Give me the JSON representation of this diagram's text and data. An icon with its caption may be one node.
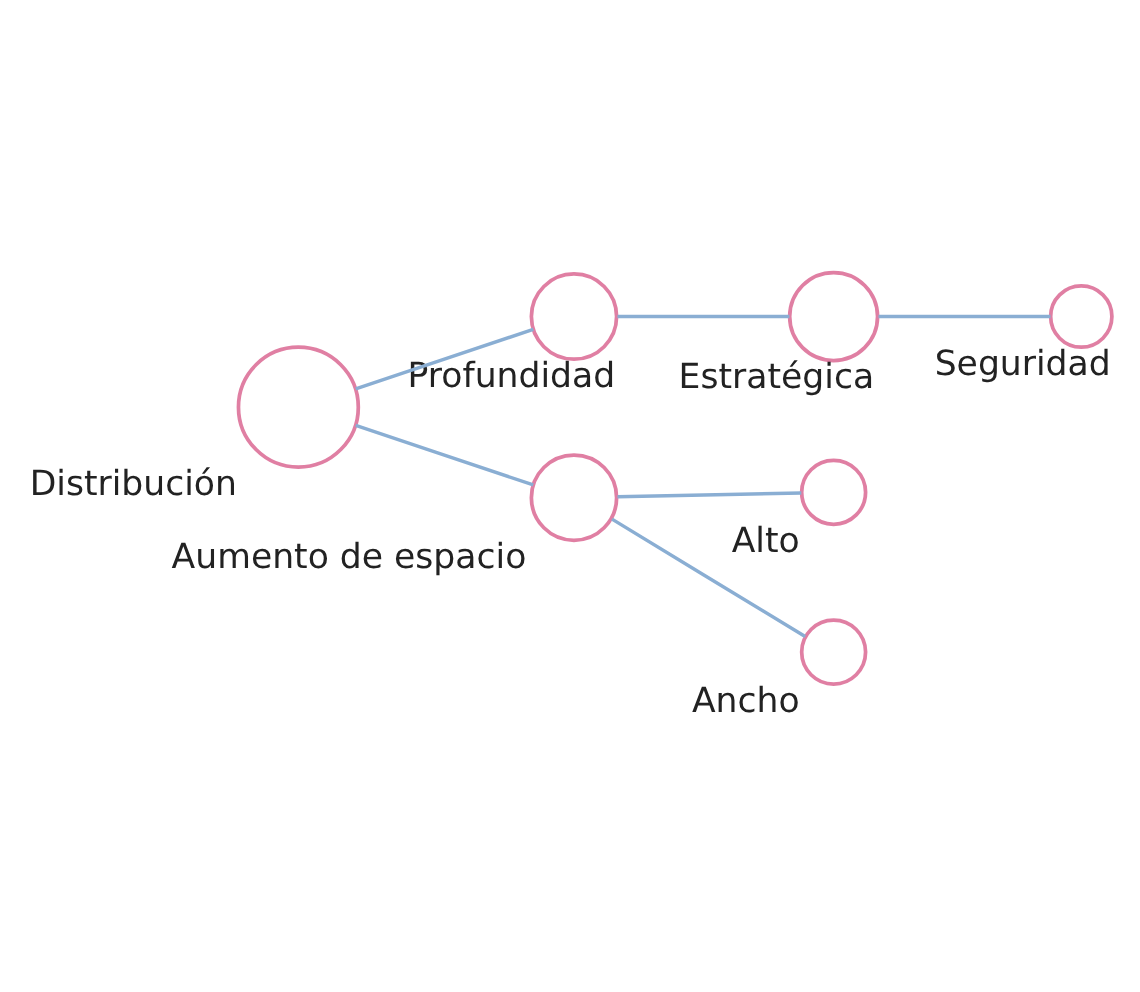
{
  "diagram": {
    "nodes": [
      {
        "text": [],
        "shape": "circle",
        "beside": [
          "Distribución"
        ]
      },
      {
        "text": [],
        "shape": "circle",
        "beside": [
          "Profundidad"
        ]
      },
      {
        "text": [],
        "shape": "circle",
        "beside": [
          "Estratégica"
        ]
      },
      {
        "text": [],
        "shape": "circle",
        "beside": [
          "Seguridad"
        ]
      },
      {
        "text": [],
        "shape": "circle",
        "beside": [
          "Aumento de espacio"
        ]
      },
      {
        "text": [],
        "shape": "circle",
        "beside": [
          "Alto"
        ]
      },
      {
        "text": [],
        "shape": "circle",
        "beside": [
          "Ancho"
        ]
      }
    ],
    "edges": [
      {
        "from": 0,
        "to": 1,
        "arrow": "none"
      },
      {
        "from": 1,
        "to": 2,
        "arrow": "none"
      },
      {
        "from": 2,
        "to": 3,
        "arrow": "none"
      },
      {
        "from": 0,
        "to": 4,
        "arrow": "none"
      },
      {
        "from": 4,
        "to": 5,
        "arrow": "none"
      },
      {
        "from": 4,
        "to": 6,
        "arrow": "none"
      }
    ]
  }
}
